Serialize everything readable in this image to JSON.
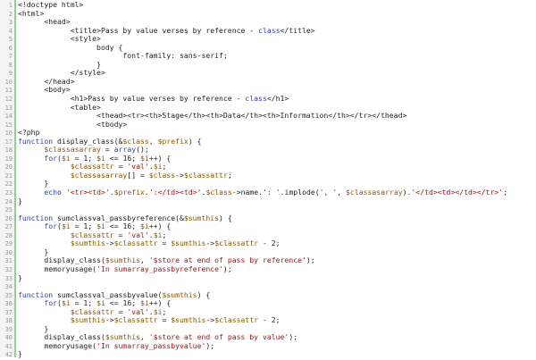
{
  "editor": {
    "colors": {
      "gutter_bg": "#f4f4f4",
      "gutter_border": "#8fd28f",
      "background": "#ffffff",
      "keyword": "#2f3fb3",
      "variable": "#8a5a00",
      "string": "#a31515",
      "text": "#222222"
    },
    "lines": [
      {
        "n": "1",
        "segments": [
          {
            "c": "txt",
            "t": "<!doctype html>"
          }
        ]
      },
      {
        "n": "2",
        "segments": [
          {
            "c": "txt",
            "t": "<html>"
          }
        ]
      },
      {
        "n": "3",
        "segments": [
          {
            "c": "txt",
            "t": "      <head>"
          }
        ]
      },
      {
        "n": "4",
        "segments": [
          {
            "c": "txt",
            "t": "            <title>Pass by value verses by reference - "
          },
          {
            "c": "kw",
            "t": "class"
          },
          {
            "c": "txt",
            "t": "</title>"
          }
        ]
      },
      {
        "n": "5",
        "segments": [
          {
            "c": "txt",
            "t": "            <style>"
          }
        ]
      },
      {
        "n": "6",
        "segments": [
          {
            "c": "txt",
            "t": "                  body {"
          }
        ]
      },
      {
        "n": "7",
        "segments": [
          {
            "c": "txt",
            "t": "                        font-family: sans-serif;"
          }
        ]
      },
      {
        "n": "8",
        "segments": [
          {
            "c": "txt",
            "t": "                  }"
          }
        ]
      },
      {
        "n": "9",
        "segments": [
          {
            "c": "txt",
            "t": "            </style>"
          }
        ]
      },
      {
        "n": "10",
        "segments": [
          {
            "c": "txt",
            "t": "      </head>"
          }
        ]
      },
      {
        "n": "11",
        "segments": [
          {
            "c": "txt",
            "t": "      <body>"
          }
        ]
      },
      {
        "n": "12",
        "segments": [
          {
            "c": "txt",
            "t": "            <h1>Pass by value verses by reference - "
          },
          {
            "c": "kw",
            "t": "class"
          },
          {
            "c": "txt",
            "t": "</h1>"
          }
        ]
      },
      {
        "n": "13",
        "segments": [
          {
            "c": "txt",
            "t": "            <table>"
          }
        ]
      },
      {
        "n": "14",
        "segments": [
          {
            "c": "txt",
            "t": "                  <thead><tr><th>Stage</th><th>Data</th><th>Information</th></tr></thead>"
          }
        ]
      },
      {
        "n": "15",
        "segments": [
          {
            "c": "txt",
            "t": "                  <tbody>"
          }
        ]
      },
      {
        "n": "16",
        "segments": [
          {
            "c": "txt",
            "t": "<?php"
          }
        ]
      },
      {
        "n": "17",
        "segments": [
          {
            "c": "kw",
            "t": "function"
          },
          {
            "c": "txt",
            "t": " display_class(&"
          },
          {
            "c": "var",
            "t": "$class"
          },
          {
            "c": "txt",
            "t": ", "
          },
          {
            "c": "var",
            "t": "$prefix"
          },
          {
            "c": "txt",
            "t": ") {"
          }
        ]
      },
      {
        "n": "18",
        "segments": [
          {
            "c": "txt",
            "t": "      "
          },
          {
            "c": "var",
            "t": "$classasarray"
          },
          {
            "c": "txt",
            "t": " = "
          },
          {
            "c": "kw",
            "t": "array"
          },
          {
            "c": "txt",
            "t": "();"
          }
        ]
      },
      {
        "n": "19",
        "segments": [
          {
            "c": "txt",
            "t": "      "
          },
          {
            "c": "kw",
            "t": "for"
          },
          {
            "c": "txt",
            "t": "("
          },
          {
            "c": "var",
            "t": "$i"
          },
          {
            "c": "txt",
            "t": " = 1; "
          },
          {
            "c": "var",
            "t": "$i"
          },
          {
            "c": "txt",
            "t": " <= 16; "
          },
          {
            "c": "var",
            "t": "$i"
          },
          {
            "c": "txt",
            "t": "++) {"
          }
        ]
      },
      {
        "n": "20",
        "segments": [
          {
            "c": "txt",
            "t": "            "
          },
          {
            "c": "var",
            "t": "$classattr"
          },
          {
            "c": "txt",
            "t": " = "
          },
          {
            "c": "str",
            "t": "'val'"
          },
          {
            "c": "txt",
            "t": "."
          },
          {
            "c": "var",
            "t": "$i"
          },
          {
            "c": "txt",
            "t": ";"
          }
        ]
      },
      {
        "n": "21",
        "segments": [
          {
            "c": "txt",
            "t": "            "
          },
          {
            "c": "var",
            "t": "$classasarray"
          },
          {
            "c": "txt",
            "t": "[] = "
          },
          {
            "c": "var",
            "t": "$class"
          },
          {
            "c": "txt",
            "t": "->"
          },
          {
            "c": "var",
            "t": "$classattr"
          },
          {
            "c": "txt",
            "t": ";"
          }
        ]
      },
      {
        "n": "22",
        "segments": [
          {
            "c": "txt",
            "t": "      }"
          }
        ]
      },
      {
        "n": "23",
        "segments": [
          {
            "c": "txt",
            "t": "      "
          },
          {
            "c": "kw",
            "t": "echo"
          },
          {
            "c": "txt",
            "t": " "
          },
          {
            "c": "str",
            "t": "'<tr><td>'"
          },
          {
            "c": "txt",
            "t": "."
          },
          {
            "c": "var",
            "t": "$prefix"
          },
          {
            "c": "txt",
            "t": "."
          },
          {
            "c": "str",
            "t": "':</td><td>'"
          },
          {
            "c": "txt",
            "t": "."
          },
          {
            "c": "var",
            "t": "$class"
          },
          {
            "c": "txt",
            "t": "->name."
          },
          {
            "c": "str",
            "t": "': '"
          },
          {
            "c": "txt",
            "t": ".implode("
          },
          {
            "c": "str",
            "t": "', '"
          },
          {
            "c": "txt",
            "t": ", "
          },
          {
            "c": "var",
            "t": "$classasarray"
          },
          {
            "c": "txt",
            "t": ")."
          },
          {
            "c": "str",
            "t": "'</td><td></td></tr>'"
          },
          {
            "c": "txt",
            "t": ";"
          }
        ]
      },
      {
        "n": "24",
        "segments": [
          {
            "c": "txt",
            "t": "}"
          }
        ]
      },
      {
        "n": "25",
        "segments": [
          {
            "c": "txt",
            "t": ""
          }
        ]
      },
      {
        "n": "26",
        "segments": [
          {
            "c": "kw",
            "t": "function"
          },
          {
            "c": "txt",
            "t": " sumclassval_passbyreference(&"
          },
          {
            "c": "var",
            "t": "$sumthis"
          },
          {
            "c": "txt",
            "t": ") {"
          }
        ]
      },
      {
        "n": "27",
        "segments": [
          {
            "c": "txt",
            "t": "      "
          },
          {
            "c": "kw",
            "t": "for"
          },
          {
            "c": "txt",
            "t": "("
          },
          {
            "c": "var",
            "t": "$i"
          },
          {
            "c": "txt",
            "t": " = 1; "
          },
          {
            "c": "var",
            "t": "$i"
          },
          {
            "c": "txt",
            "t": " <= 16; "
          },
          {
            "c": "var",
            "t": "$i"
          },
          {
            "c": "txt",
            "t": "++) {"
          }
        ]
      },
      {
        "n": "28",
        "segments": [
          {
            "c": "txt",
            "t": "            "
          },
          {
            "c": "var",
            "t": "$classattr"
          },
          {
            "c": "txt",
            "t": " = "
          },
          {
            "c": "str",
            "t": "'val'"
          },
          {
            "c": "txt",
            "t": "."
          },
          {
            "c": "var",
            "t": "$i"
          },
          {
            "c": "txt",
            "t": ";"
          }
        ]
      },
      {
        "n": "29",
        "segments": [
          {
            "c": "txt",
            "t": "            "
          },
          {
            "c": "var",
            "t": "$sumthis"
          },
          {
            "c": "txt",
            "t": "->"
          },
          {
            "c": "var",
            "t": "$classattr"
          },
          {
            "c": "txt",
            "t": " = "
          },
          {
            "c": "var",
            "t": "$sumthis"
          },
          {
            "c": "txt",
            "t": "->"
          },
          {
            "c": "var",
            "t": "$classattr"
          },
          {
            "c": "txt",
            "t": " - 2;"
          }
        ]
      },
      {
        "n": "30",
        "segments": [
          {
            "c": "txt",
            "t": "      }"
          }
        ]
      },
      {
        "n": "31",
        "segments": [
          {
            "c": "txt",
            "t": "      display_class("
          },
          {
            "c": "var",
            "t": "$sumthis"
          },
          {
            "c": "txt",
            "t": ", "
          },
          {
            "c": "str",
            "t": "'$store at end of pass by reference'"
          },
          {
            "c": "txt",
            "t": ");"
          }
        ]
      },
      {
        "n": "32",
        "segments": [
          {
            "c": "txt",
            "t": "      memoryusage("
          },
          {
            "c": "str",
            "t": "'In sumarray_passbyreference'"
          },
          {
            "c": "txt",
            "t": ");"
          }
        ]
      },
      {
        "n": "33",
        "segments": [
          {
            "c": "txt",
            "t": "}"
          }
        ]
      },
      {
        "n": "34",
        "segments": [
          {
            "c": "txt",
            "t": ""
          }
        ]
      },
      {
        "n": "35",
        "segments": [
          {
            "c": "kw",
            "t": "function"
          },
          {
            "c": "txt",
            "t": " sumclassval_passbyvalue("
          },
          {
            "c": "var",
            "t": "$sumthis"
          },
          {
            "c": "txt",
            "t": ") {"
          }
        ]
      },
      {
        "n": "36",
        "segments": [
          {
            "c": "txt",
            "t": "      "
          },
          {
            "c": "kw",
            "t": "for"
          },
          {
            "c": "txt",
            "t": "("
          },
          {
            "c": "var",
            "t": "$i"
          },
          {
            "c": "txt",
            "t": " = 1; "
          },
          {
            "c": "var",
            "t": "$i"
          },
          {
            "c": "txt",
            "t": " <= 16; "
          },
          {
            "c": "var",
            "t": "$i"
          },
          {
            "c": "txt",
            "t": "++) {"
          }
        ]
      },
      {
        "n": "37",
        "segments": [
          {
            "c": "txt",
            "t": "            "
          },
          {
            "c": "var",
            "t": "$classattr"
          },
          {
            "c": "txt",
            "t": " = "
          },
          {
            "c": "str",
            "t": "'val'"
          },
          {
            "c": "txt",
            "t": "."
          },
          {
            "c": "var",
            "t": "$i"
          },
          {
            "c": "txt",
            "t": ";"
          }
        ]
      },
      {
        "n": "38",
        "segments": [
          {
            "c": "txt",
            "t": "            "
          },
          {
            "c": "var",
            "t": "$sumthis"
          },
          {
            "c": "txt",
            "t": "->"
          },
          {
            "c": "var",
            "t": "$classattr"
          },
          {
            "c": "txt",
            "t": " = "
          },
          {
            "c": "var",
            "t": "$sumthis"
          },
          {
            "c": "txt",
            "t": "->"
          },
          {
            "c": "var",
            "t": "$classattr"
          },
          {
            "c": "txt",
            "t": " - 2;"
          }
        ]
      },
      {
        "n": "39",
        "segments": [
          {
            "c": "txt",
            "t": "      }"
          }
        ]
      },
      {
        "n": "40",
        "segments": [
          {
            "c": "txt",
            "t": "      display_class("
          },
          {
            "c": "var",
            "t": "$sumthis"
          },
          {
            "c": "txt",
            "t": ", "
          },
          {
            "c": "str",
            "t": "'$store at end of pass by value'"
          },
          {
            "c": "txt",
            "t": ");"
          }
        ]
      },
      {
        "n": "41",
        "segments": [
          {
            "c": "txt",
            "t": "      memoryusage("
          },
          {
            "c": "str",
            "t": "'In sumarray_passbyvalue'"
          },
          {
            "c": "txt",
            "t": ");"
          }
        ]
      },
      {
        "n": "42",
        "segments": [
          {
            "c": "txt",
            "t": "}"
          }
        ]
      }
    ]
  }
}
